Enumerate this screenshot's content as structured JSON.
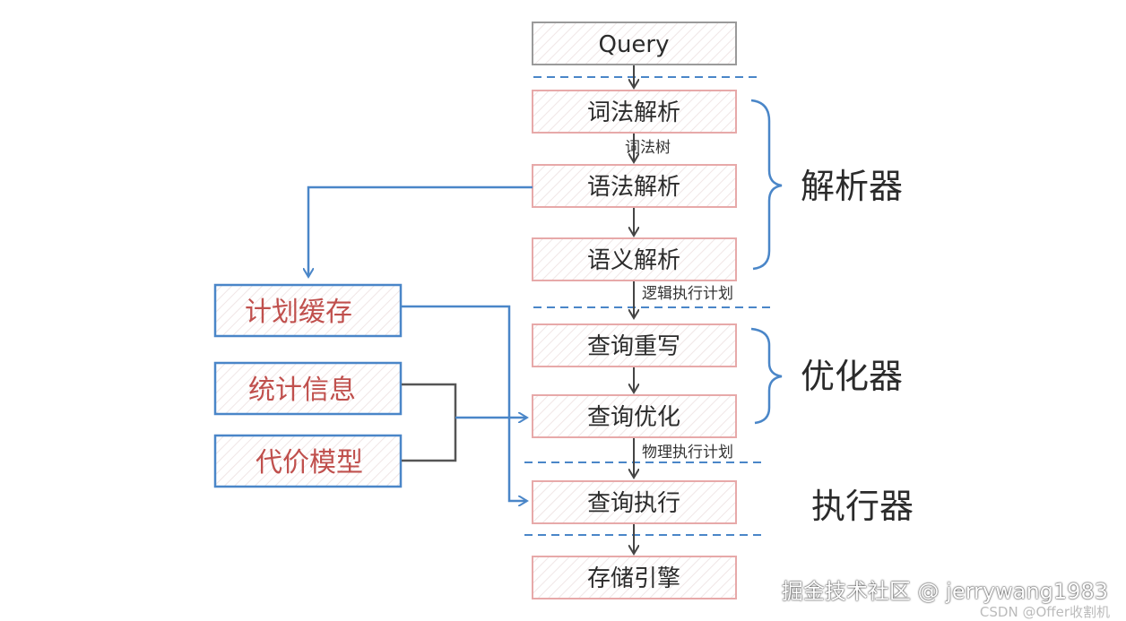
{
  "nodes": {
    "query": "Query",
    "lexical": "词法解析",
    "syntax": "语法解析",
    "semantic": "语义解析",
    "rewrite": "查询重写",
    "optimize": "查询优化",
    "execute": "查询执行",
    "storage": "存储引擎",
    "plan_cache": "计划缓存",
    "stats": "统计信息",
    "cost_model": "代价模型"
  },
  "edges": {
    "lexical_tree": "词法树",
    "logical_plan": "逻辑执行计划",
    "physical_plan": "物理执行计划"
  },
  "groups": {
    "parser": "解析器",
    "optimizer": "优化器",
    "executor": "执行器"
  },
  "watermark": {
    "main": "掘金技术社区 @ jerrywang1983",
    "sub": "CSDN @Offer收割机"
  },
  "colors": {
    "blue": "#4a86c8",
    "red": "#c0504d",
    "gray": "#9a9a9a",
    "pink": "#e7a9a9",
    "dark": "#555555"
  }
}
